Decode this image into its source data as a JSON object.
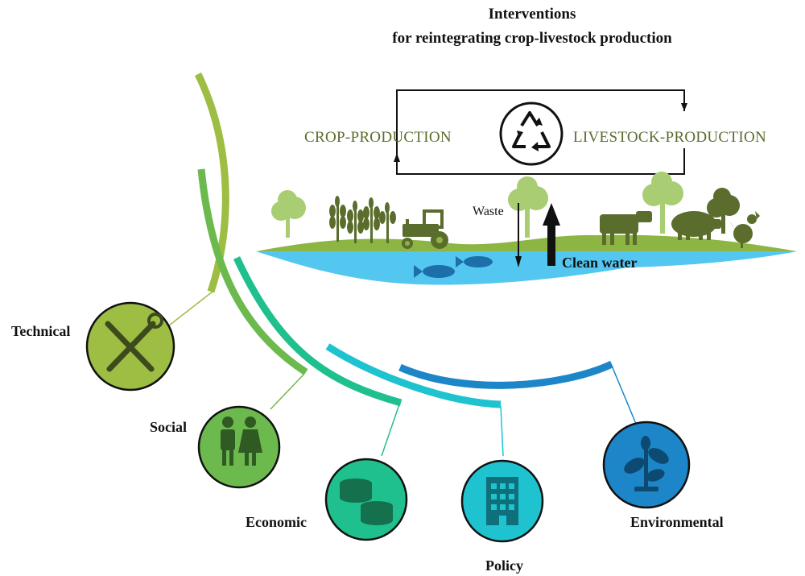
{
  "title": {
    "line1": "Interventions",
    "line2": "for reintegrating crop-livestock production"
  },
  "cycle": {
    "left_label": "CROP-PRODUCTION",
    "right_label": "LIVESTOCK-PRODUCTION",
    "center_icon": "recycle-icon"
  },
  "landscape": {
    "waste_label": "Waste",
    "clean_water_label": "Clean water"
  },
  "categories": [
    {
      "label": "Technical",
      "icon": "tools-icon",
      "color": "#9dbd43"
    },
    {
      "label": "Social",
      "icon": "people-icon",
      "color": "#6cb94e"
    },
    {
      "label": "Economic",
      "icon": "coins-icon",
      "color": "#1fc08e"
    },
    {
      "label": "Policy",
      "icon": "building-icon",
      "color": "#1ec3cf"
    },
    {
      "label": "Environmental",
      "icon": "plant-icon",
      "color": "#1c86c8"
    }
  ],
  "colors": {
    "ground": "#8db544",
    "water": "#53c7f0",
    "animal": "#5a6d2c",
    "tree": "#a9cd73"
  }
}
